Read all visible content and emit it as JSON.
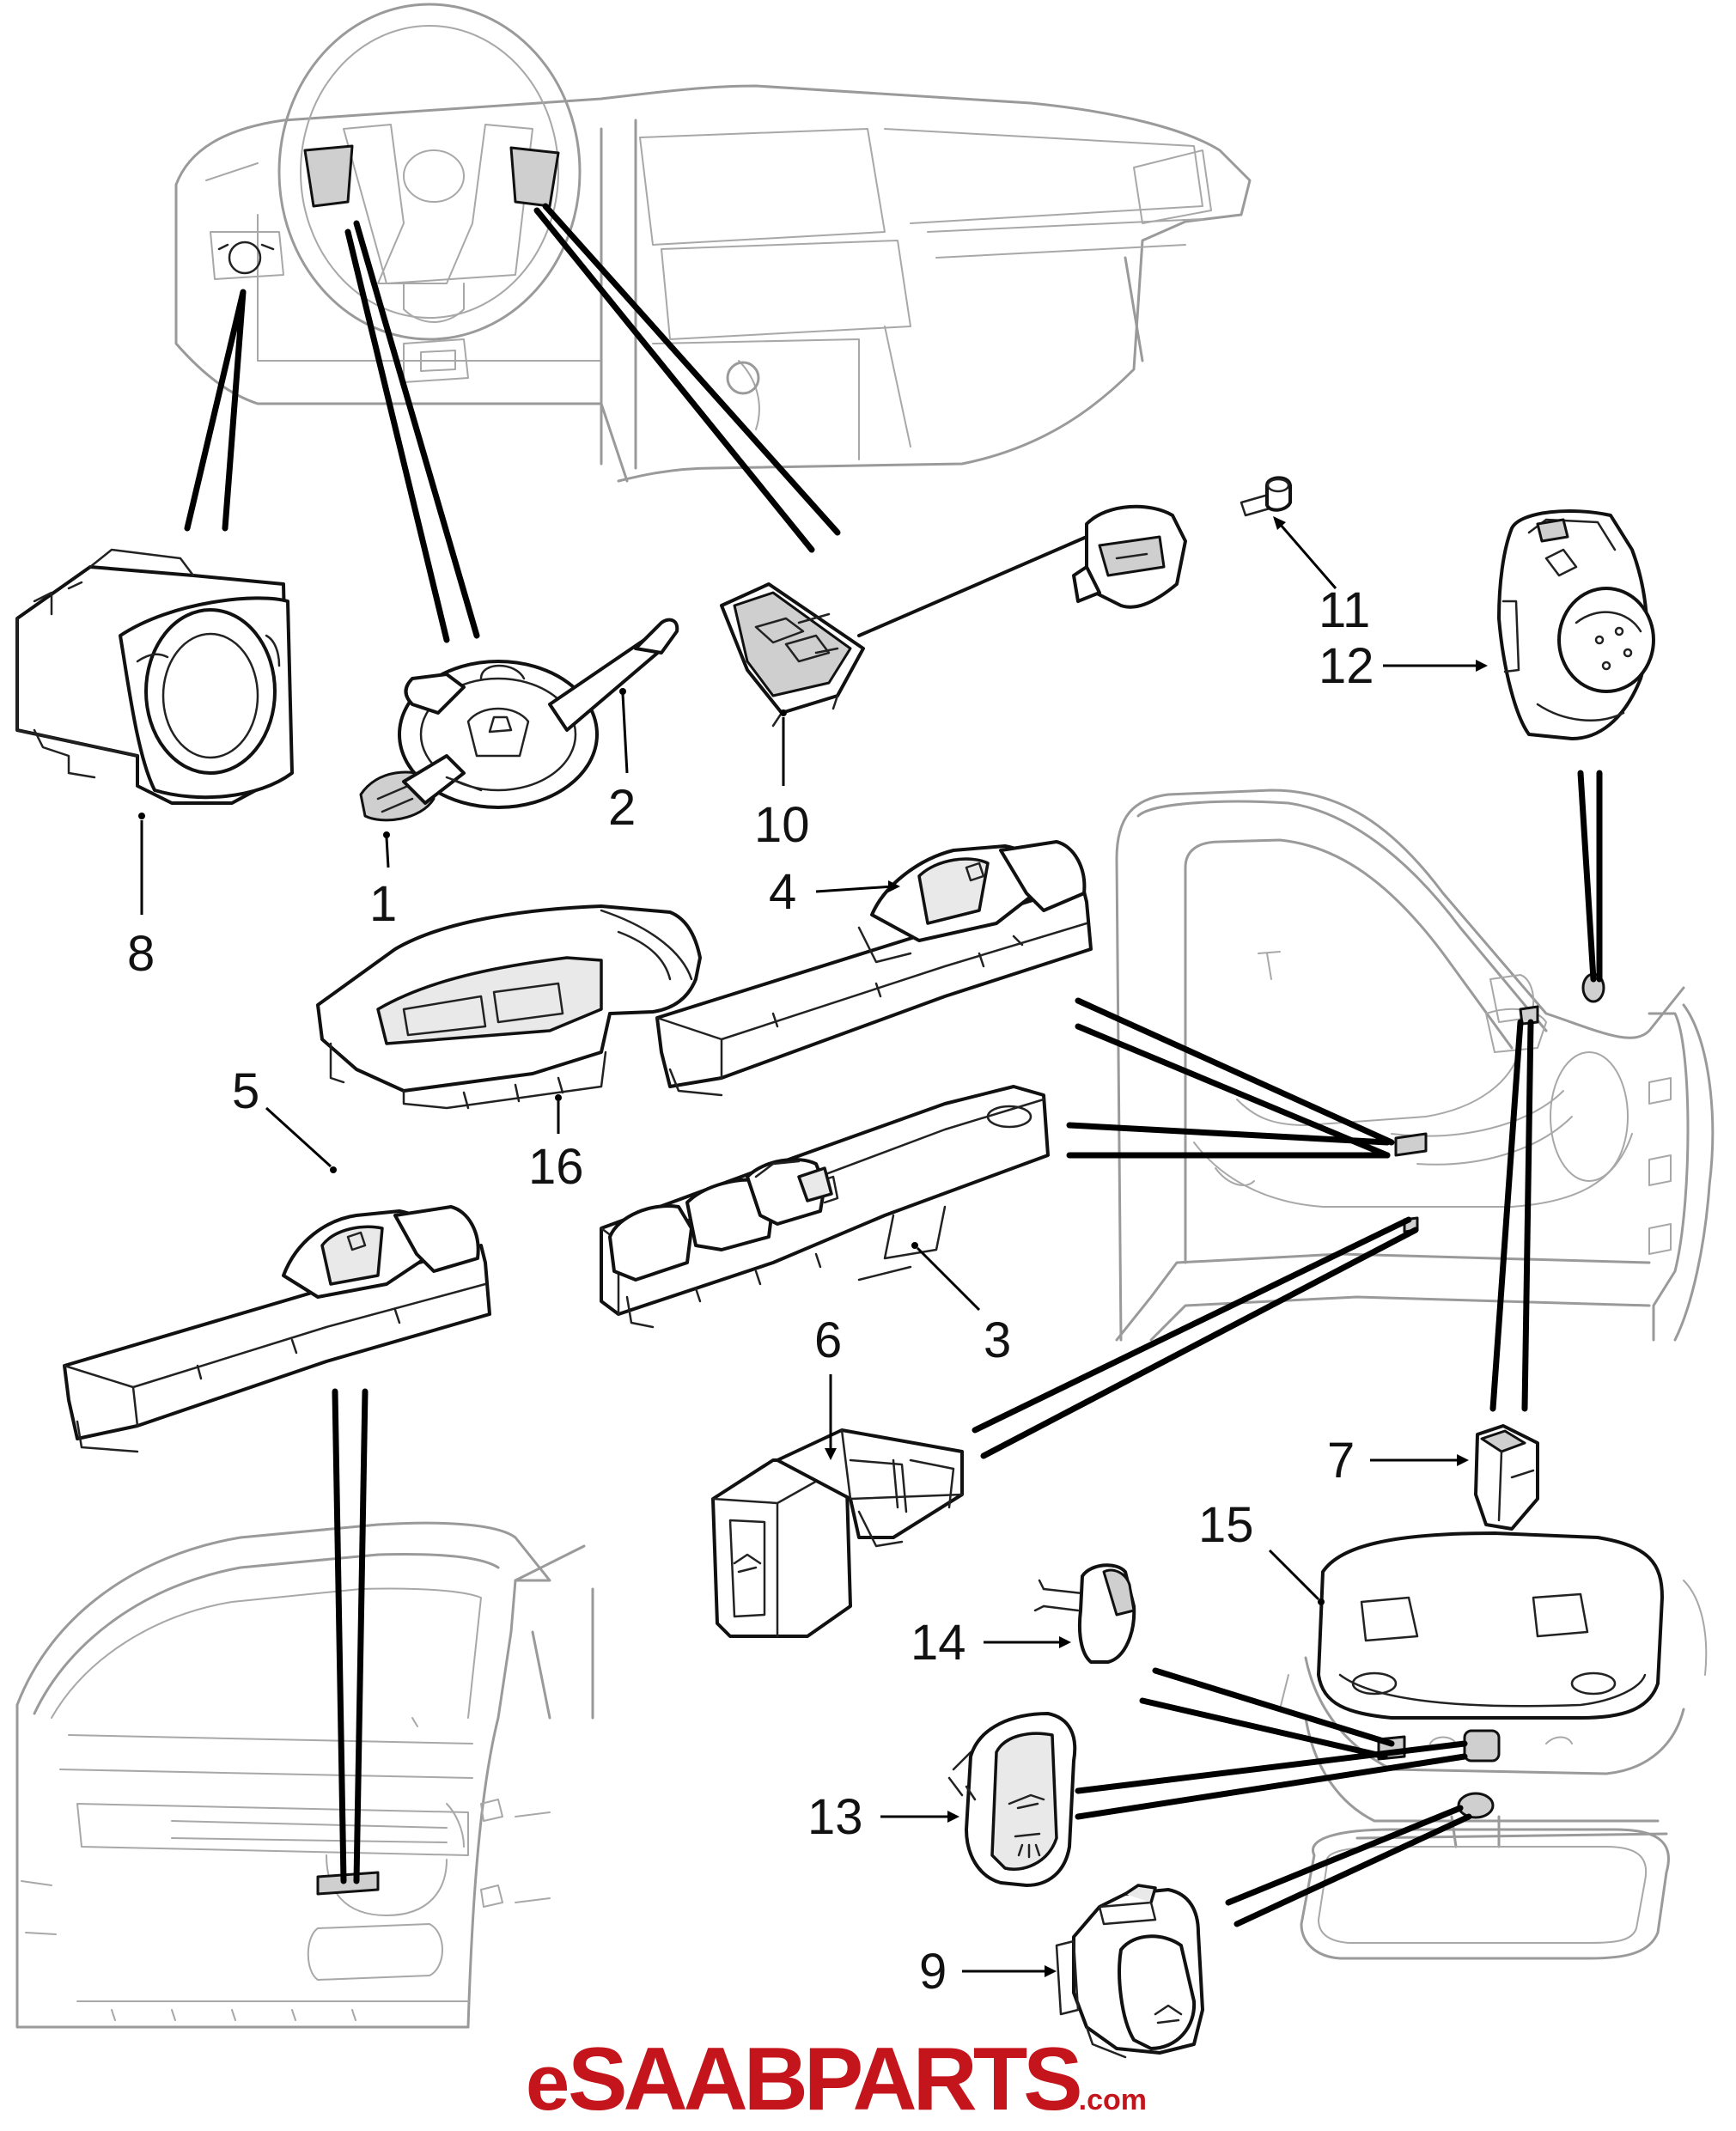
{
  "callouts": [
    {
      "id": "1",
      "label": "1"
    },
    {
      "id": "2",
      "label": "2"
    },
    {
      "id": "3",
      "label": "3"
    },
    {
      "id": "4",
      "label": "4"
    },
    {
      "id": "5",
      "label": "5"
    },
    {
      "id": "6",
      "label": "6"
    },
    {
      "id": "7",
      "label": "7"
    },
    {
      "id": "8",
      "label": "8"
    },
    {
      "id": "9",
      "label": "9"
    },
    {
      "id": "10",
      "label": "10"
    },
    {
      "id": "11",
      "label": "11"
    },
    {
      "id": "12",
      "label": "12"
    },
    {
      "id": "13",
      "label": "13"
    },
    {
      "id": "14",
      "label": "14"
    },
    {
      "id": "15",
      "label": "15"
    },
    {
      "id": "16",
      "label": "16"
    }
  ],
  "logo": {
    "prefix": "e",
    "brand": "SAAB",
    "suffix": "PARTS",
    "tld": ".com",
    "color": "#c4151c"
  },
  "colors": {
    "linework": "#111111",
    "context_linework": "#9a9a9a",
    "background": "#ffffff"
  }
}
